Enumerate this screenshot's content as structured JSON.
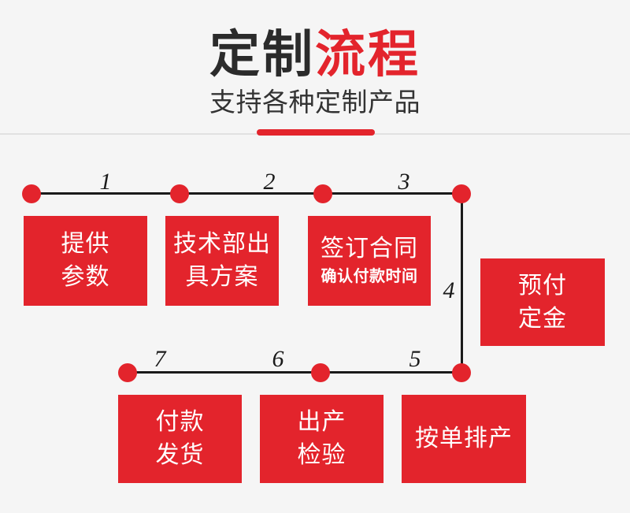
{
  "page": {
    "background_color": "#f5f5f5",
    "accent_red": "#e3242c",
    "line_color": "#1a1a1a"
  },
  "header": {
    "title_black": "定制",
    "title_red": "流程",
    "subtitle": "支持各种定制产品"
  },
  "flow": {
    "steps": [
      "1",
      "2",
      "3",
      "4",
      "5",
      "6",
      "7"
    ],
    "boxes": {
      "provide_params": {
        "line1": "提供",
        "line2": "参数"
      },
      "tech_plan": {
        "line1": "技术部出",
        "line2": "具方案"
      },
      "sign_contract": {
        "main": "签订合同",
        "sub": "确认付款时间"
      },
      "prepay_deposit": {
        "line1": "预付",
        "line2": "定金"
      },
      "schedule_by_order": {
        "line1": "按单排产"
      },
      "production_inspection": {
        "line1": "出产",
        "line2": "检验"
      },
      "payment_shipping": {
        "line1": "付款",
        "line2": "发货"
      }
    }
  }
}
